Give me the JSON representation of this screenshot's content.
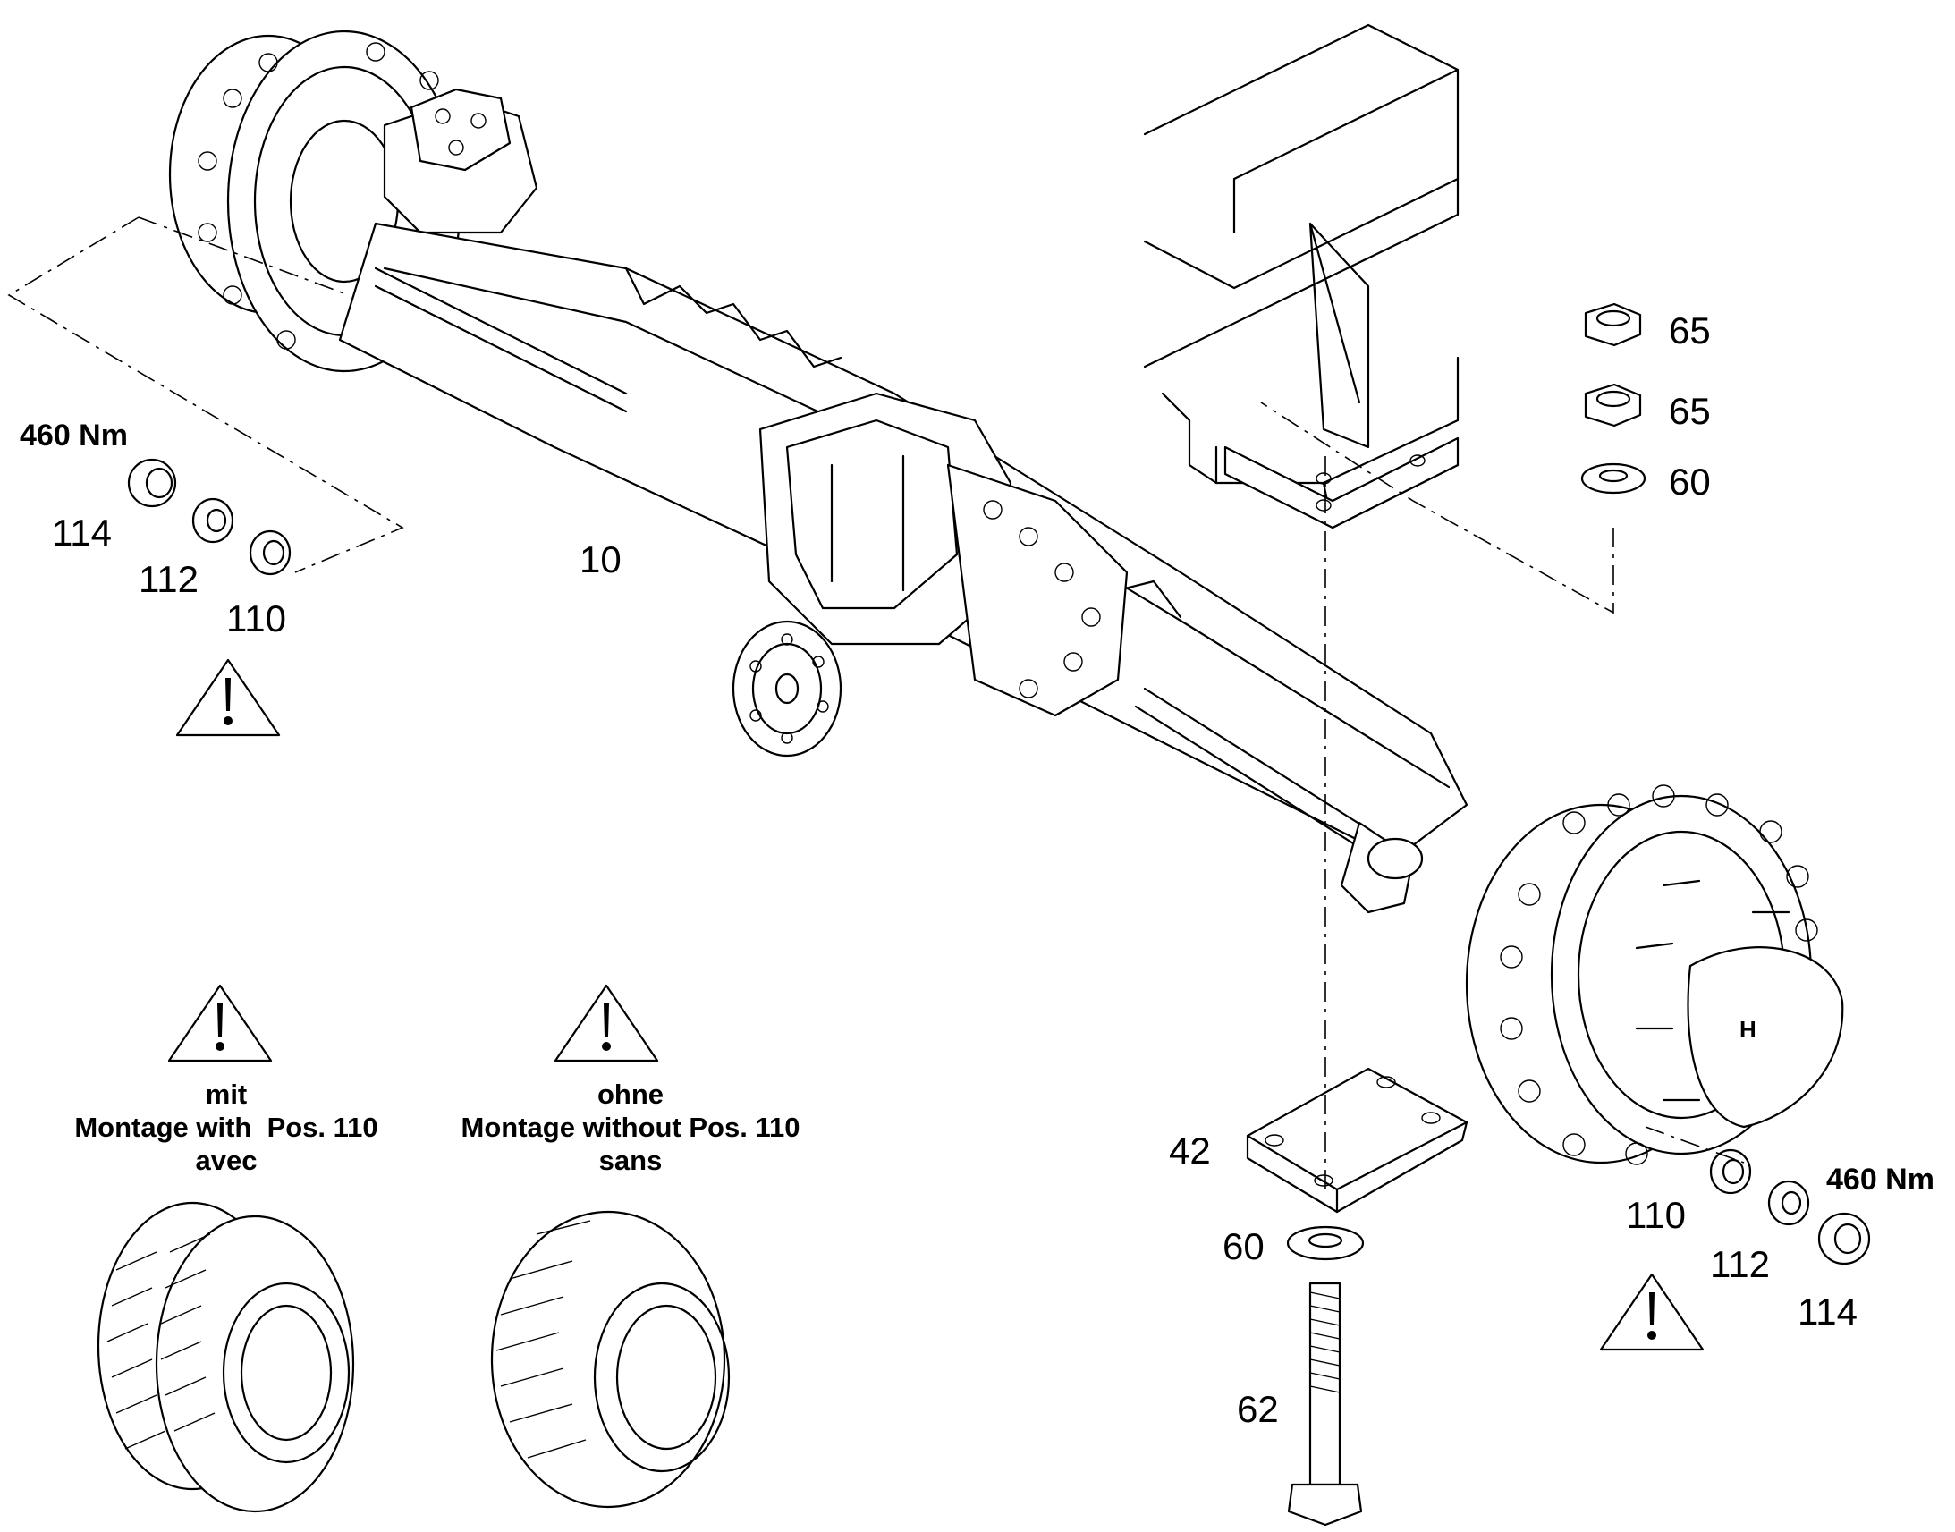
{
  "callouts": {
    "axle": "10",
    "nut_top_1": "65",
    "nut_top_2": "65",
    "washer_top": "60",
    "plate": "42",
    "washer_bottom": "60",
    "bolt": "62",
    "left_spacer": "110",
    "left_lock_washer": "112",
    "left_wheel_nut": "114",
    "right_spacer": "110",
    "right_lock_washer": "112",
    "right_wheel_nut": "114"
  },
  "torque": {
    "left": "460 Nm",
    "right": "460 Nm"
  },
  "notes": {
    "with_spacer": {
      "line1": "mit",
      "line2": "Montage with  Pos. 110",
      "line3": "avec"
    },
    "without_spacer": {
      "line1": "ohne",
      "line2": "Montage without Pos. 110",
      "line3": "sans"
    }
  },
  "icons": [
    "warning-triangle-icon"
  ]
}
